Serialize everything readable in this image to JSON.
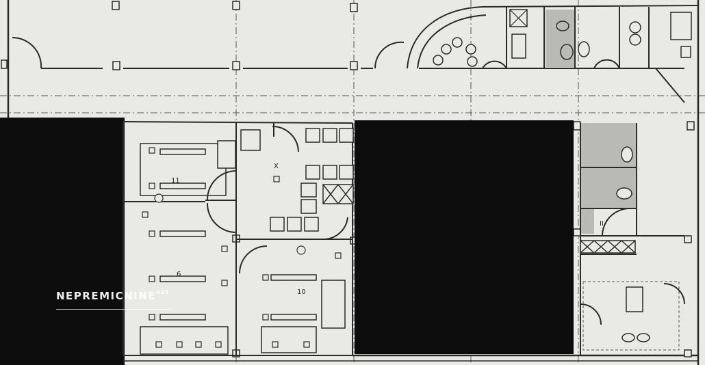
{
  "watermark": {
    "text": "NEPREMICNINE",
    "suffix": "NET"
  },
  "rooms": [
    {
      "id": "room-11",
      "label": "11"
    },
    {
      "id": "room-x",
      "label": "X"
    },
    {
      "id": "room-6",
      "label": "6"
    },
    {
      "id": "room-10",
      "label": "10"
    },
    {
      "id": "room-ii",
      "label": "II"
    }
  ],
  "colors": {
    "paper": "#e9e9e5",
    "ink": "#2a2a2a",
    "redaction": "#0d0d0d",
    "wc_fill": "#b9b9b5"
  }
}
